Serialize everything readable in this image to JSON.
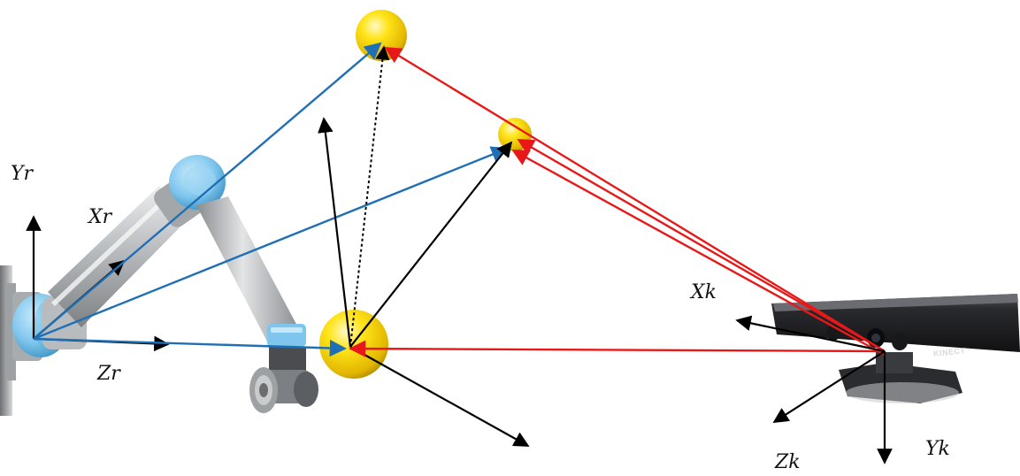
{
  "robot_frame": {
    "y_label": "Yr",
    "x_label": "Xr",
    "z_label": "Zr"
  },
  "kinect_frame": {
    "x_label": "Xk",
    "y_label": "Yk",
    "z_label": "Zk"
  },
  "kinect": {
    "brand_text": "KINECT"
  },
  "colors": {
    "robot_vector": "#1f6fb5",
    "kinect_vector": "#e81818",
    "axis": "#000000",
    "sphere": "#f4d40a",
    "robot_joint": "#7fc6ee",
    "robot_link": "#c4c6c8",
    "sensor_body": "#1c1c1e"
  }
}
